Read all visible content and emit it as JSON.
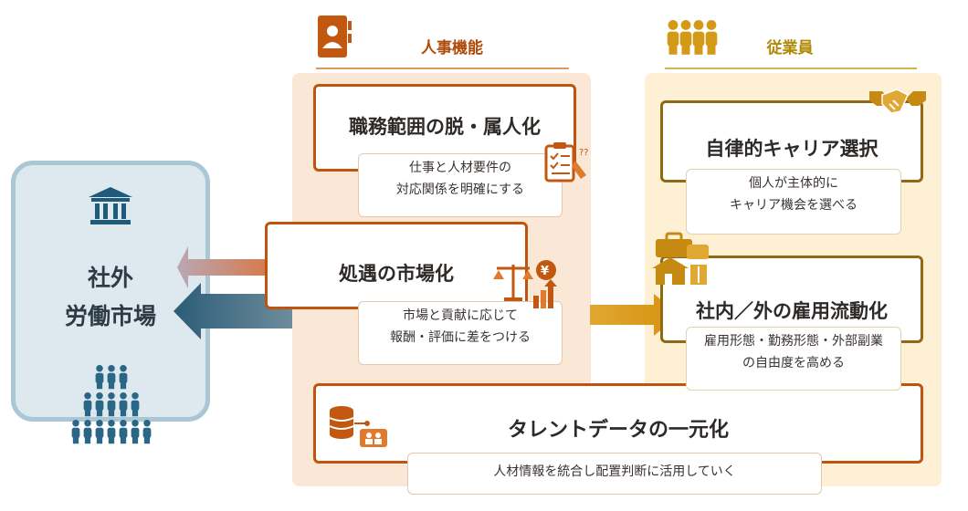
{
  "external": {
    "line1": "社外",
    "line2": "労働市場"
  },
  "hr_column": {
    "title": "人事機能"
  },
  "employee_column": {
    "title": "従業員"
  },
  "boxes": {
    "duty": {
      "title": "職務範囲の脱・属人化",
      "sub1": "仕事と人材要件の",
      "sub2": "対応関係を明確にする"
    },
    "treatment": {
      "title": "処遇の市場化",
      "sub1": "市場と貢献に応じて",
      "sub2": "報酬・評価に差をつける"
    },
    "talent": {
      "title": "タレントデータの一元化",
      "sub1": "人材情報を統合し配置判断に活用していく"
    },
    "career": {
      "title": "自律的キャリア選択",
      "sub1": "個人が主体的に",
      "sub2": "キャリア機会を選べる"
    },
    "mobility": {
      "title": "社内／外の雇用流動化",
      "sub1": "雇用形態・勤務形態・外部副業",
      "sub2": "の自由度を高める"
    }
  },
  "colors": {
    "hr_accent": "#bf540f",
    "employee_accent": "#8f6a12",
    "external_border": "#a9c7d5",
    "question_marks": "??",
    "yen": "¥"
  },
  "icons": [
    "bank-icon",
    "crowd-icon",
    "hr-contact-icon",
    "staff-group-icon",
    "checklist-icon",
    "scale-yen-icon",
    "database-people-icon",
    "handshake-icon",
    "luggage-house-icon"
  ]
}
